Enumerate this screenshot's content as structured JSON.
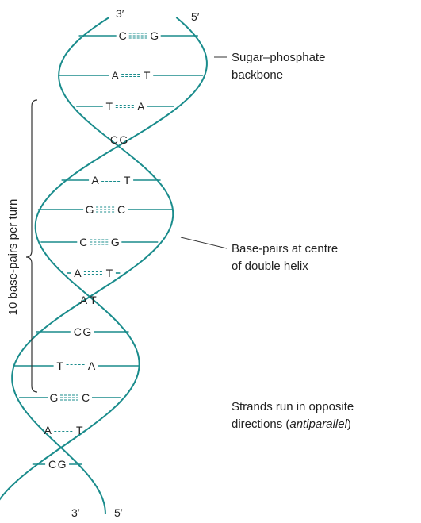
{
  "strand_ends": {
    "top_left": "3′",
    "top_right": "5′",
    "bottom_left": "3′",
    "bottom_right": "5′"
  },
  "base_pairs": [
    {
      "left": "C",
      "right": "G",
      "bonds": 3
    },
    {
      "left": "A",
      "right": "T",
      "bonds": 2
    },
    {
      "left": "T",
      "right": "A",
      "bonds": 2
    },
    {
      "left": "C",
      "right": "G",
      "bonds": 0
    },
    {
      "left": "A",
      "right": "T",
      "bonds": 2
    },
    {
      "left": "G",
      "right": "C",
      "bonds": 3
    },
    {
      "left": "C",
      "right": "G",
      "bonds": 3
    },
    {
      "left": "A",
      "right": "T",
      "bonds": 2
    },
    {
      "left": "A",
      "right": "T",
      "bonds": 0
    },
    {
      "left": "C",
      "right": "G",
      "bonds": 0
    },
    {
      "left": "T",
      "right": "A",
      "bonds": 2
    },
    {
      "left": "G",
      "right": "C",
      "bonds": 3
    },
    {
      "left": "A",
      "right": "T",
      "bonds": 2
    },
    {
      "left": "C",
      "right": "G",
      "bonds": 0
    }
  ],
  "labels": {
    "backbone_line1": "Sugar–phosphate",
    "backbone_line2": "backbone",
    "basepairs_line1": "Base-pairs at centre",
    "basepairs_line2": "of double helix",
    "strands_line1": "Strands run in opposite",
    "strands_line2_prefix": "directions (",
    "strands_line2_italic": "antiparallel",
    "strands_line2_suffix": ")",
    "turn_label": "10 base-pairs per turn"
  },
  "colors": {
    "strand": "#1a8c8c",
    "bond": "#1a8c8c",
    "bracket": "#333333",
    "leader": "#333333",
    "text": "#222222"
  }
}
